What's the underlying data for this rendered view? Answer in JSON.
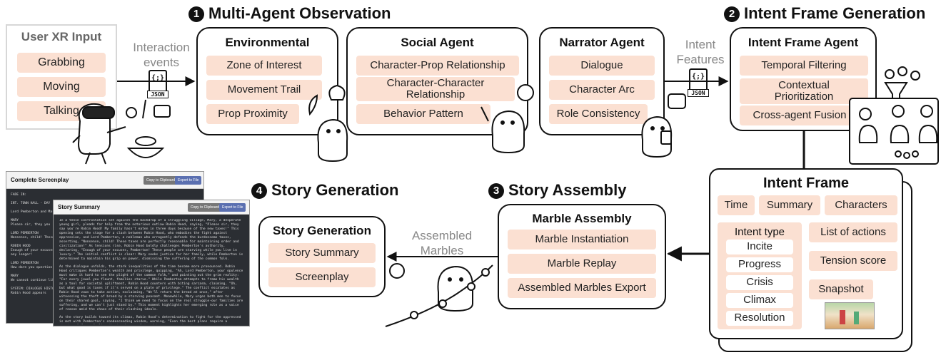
{
  "sections": {
    "s1": {
      "num": "1",
      "title": "Multi-Agent Observation"
    },
    "s2": {
      "num": "2",
      "title": "Intent Frame Generation"
    },
    "s3": {
      "num": "3",
      "title": "Story Assembly"
    },
    "s4": {
      "num": "4",
      "title": "Story Generation"
    }
  },
  "user_input": {
    "title": "User XR Input",
    "items": [
      "Grabbing",
      "Moving",
      "Talking"
    ]
  },
  "labels": {
    "interaction_events": "Interaction\nevents",
    "intent_features": "Intent\nFeatures",
    "assembled_marbles": "Assembled\nMarbles",
    "json": "JSON",
    "json_brace": "{;}"
  },
  "environmental": {
    "title": "Environmental",
    "items": [
      "Zone of Interest",
      "Movement Trail",
      "Prop Proximity"
    ]
  },
  "social": {
    "title": "Social Agent",
    "items": [
      "Character-Prop Relationship",
      "Character-Character\nRelationship",
      "Behavior Pattern"
    ]
  },
  "narrator": {
    "title": "Narrator Agent",
    "items": [
      "Dialogue",
      "Character Arc",
      "Role Consistency"
    ]
  },
  "intent_agent": {
    "title": "Intent Frame Agent",
    "items": [
      "Temporal Filtering",
      "Contextual\nPrioritization",
      "Cross-agent Fusion"
    ]
  },
  "intent_frame": {
    "title": "Intent Frame",
    "top": [
      "Time",
      "Summary",
      "Characters"
    ],
    "intent_type_title": "Intent type",
    "intent_types": [
      "Incite",
      "Progress",
      "Crisis",
      "Climax",
      "Resolution"
    ],
    "right": [
      "List of actions",
      "Tension score",
      "Snapshot"
    ]
  },
  "marble": {
    "title": "Marble Assembly",
    "items": [
      "Marble Instantiation",
      "Marble Replay",
      "Assembled Marbles Export"
    ]
  },
  "story_gen": {
    "title": "Story Generation",
    "items": [
      "Story Summary",
      "Screenplay"
    ]
  },
  "screens": {
    "screenplay": {
      "title": "Complete Screenplay",
      "copy": "Copy to Clipboard",
      "export": "Export to File",
      "lines": [
        "FADE IN:",
        "",
        "INT. TOWN HALL - DAY",
        "",
        "Lord Pemberton and Mary",
        "",
        "MARY",
        "Please sir, they you",
        "",
        "LORD PEMBERTON",
        "Nonsense, child! These",
        "",
        "ROBIN HOOD",
        "Enough of your excuses,",
        "any longer!",
        "",
        "LORD PEMBERTON",
        "How dare you question my",
        "",
        "MARY",
        "We cannot continue like",
        "",
        "SYSTEM: DIALOGUE HISTORY",
        "Robin Hood appears"
      ]
    },
    "summary": {
      "title": "Story Summary",
      "copy": "Copy to Clipboard",
      "export": "Export to File",
      "paragraphs": [
        "In a tense confrontation set against the backdrop of a struggling village, Mary, a desperate young girl, pleads for help from the notorious outlaw Robin Hood, saying, \"Please sir, they say you're Robin Hood! My family hasn't eaten in three days because of the new taxes!\" This opening sets the stage for a clash between Robin Hood, who embodies the fight against oppression, and Lord Pemberton, a nobleman who arrogantly defends the burdensome taxes, asserting, \"Nonsense, child! These taxes are perfectly reasonable for maintaining order and civilization!\" As tensions rise, Robin Hood boldly challenges Pemberton's authority, declaring, \"Enough of your excuses, Pemberton! These people are starving while you live in luxury.\" The initial conflict is clear: Mary seeks justice for her family, while Pemberton is determined to maintain his grip on power, dismissing the suffering of the common folk.",
        "As the dialogue unfolds, the stark inequalities of the time become more pronounced. Robin Hood critiques Pemberton's wealth and privilege, quipping, \"Ah, Lord Pemberton, your opulence must make it hard to see the plight of the common folk,\" and pointing out the grim reality: \"For every jewel you flaunt, families starve.\" While Pemberton attempts to frame his wealth as a tool for societal upliftment, Robin Hood counters with biting sarcasm, claiming, \"Oh, but what good is taxes if it's served on a plate of privilege.\" The conflict escalates as Robin Hood vows to take action, exclaiming, \"We'll return the bread at once,\" after witnessing the theft of bread by a starving peasant. Meanwhile, Mary urges both men to focus on their shared goal, saying, \"I think we need to focus on the real struggle-our families are suffering, and we can't just stand by.\" This moment highlights her emerging role as a voice of reason amid the chaos of their clashing ideals.",
        "As the story builds toward its climax, Robin Hood's determination to fight for the oppressed is met with Pemberton's condescending wisdom, warning, \"Even the best plans require a strategy.\" Mary, feeling the tension escalate, intervenes, urging them to come together. \"Okay, okay, both of you stop it right"
      ]
    }
  }
}
